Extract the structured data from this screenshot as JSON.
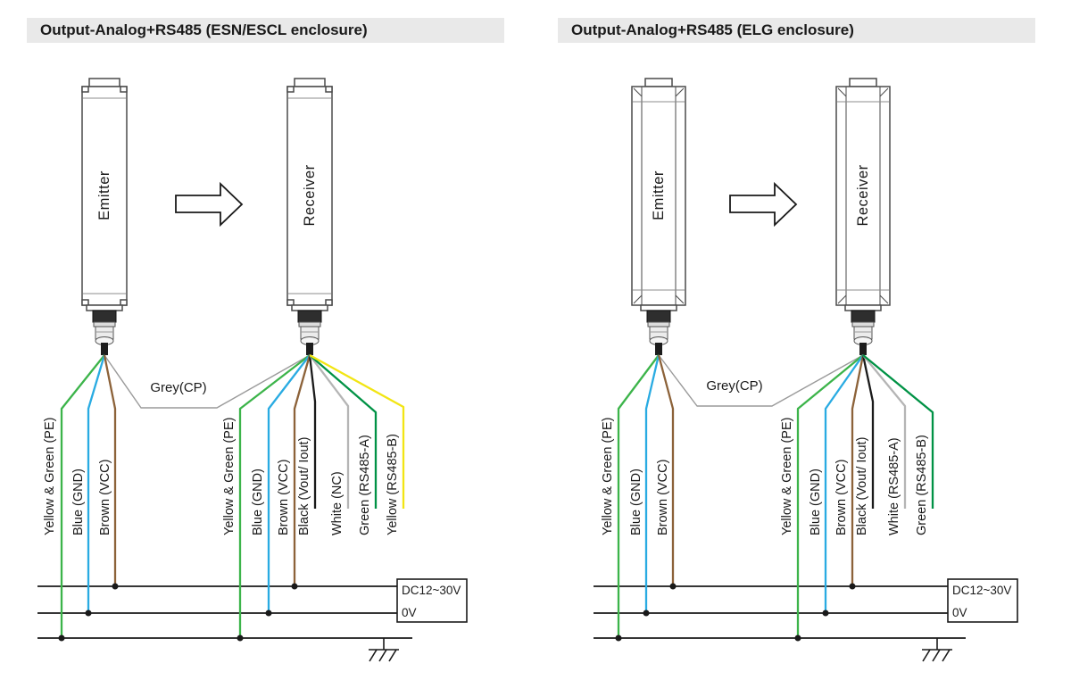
{
  "panels": [
    {
      "title": "Output-Analog+RS485 (ESN/ESCL enclosure)",
      "emitter": "Emitter",
      "receiver": "Receiver",
      "cp_wire": {
        "label": "Grey(CP)",
        "color": "#9a9a9a"
      },
      "emitter_wires": [
        {
          "label": "Yellow & Green (PE)",
          "color": "#3cb44a"
        },
        {
          "label": "Blue (GND)",
          "color": "#29abe2"
        },
        {
          "label": "Brown (VCC)",
          "color": "#8c6239"
        }
      ],
      "receiver_wires": [
        {
          "label": "Yellow & Green (PE)",
          "color": "#3cb44a"
        },
        {
          "label": "Blue (GND)",
          "color": "#29abe2"
        },
        {
          "label": "Brown (VCC)",
          "color": "#8c6239"
        },
        {
          "label": "Black (Vout/ Iout)",
          "color": "#1a1a1a"
        },
        {
          "label": "White (NC)",
          "color": "#b5b5b5"
        },
        {
          "label": "Green (RS485-A)",
          "color": "#009245"
        },
        {
          "label": "Yellow (RS485-B)",
          "color": "#f2e513"
        }
      ],
      "power_box": {
        "line1": "DC12~30V",
        "line2": "0V"
      }
    },
    {
      "title": "Output-Analog+RS485 (ELG enclosure)",
      "emitter": "Emitter",
      "receiver": "Receiver",
      "cp_wire": {
        "label": "Grey(CP)",
        "color": "#9a9a9a"
      },
      "emitter_wires": [
        {
          "label": "Yellow & Green (PE)",
          "color": "#3cb44a"
        },
        {
          "label": "Blue (GND)",
          "color": "#29abe2"
        },
        {
          "label": "Brown (VCC)",
          "color": "#8c6239"
        }
      ],
      "receiver_wires": [
        {
          "label": "Yellow & Green (PE)",
          "color": "#3cb44a"
        },
        {
          "label": "Blue (GND)",
          "color": "#29abe2"
        },
        {
          "label": "Brown (VCC)",
          "color": "#8c6239"
        },
        {
          "label": "Black (Vout/ Iout)",
          "color": "#1a1a1a"
        },
        {
          "label": "White (RS485-A)",
          "color": "#b5b5b5"
        },
        {
          "label": "Green (RS485-B)",
          "color": "#009245"
        }
      ],
      "power_box": {
        "line1": "DC12~30V",
        "line2": "0V"
      }
    }
  ]
}
